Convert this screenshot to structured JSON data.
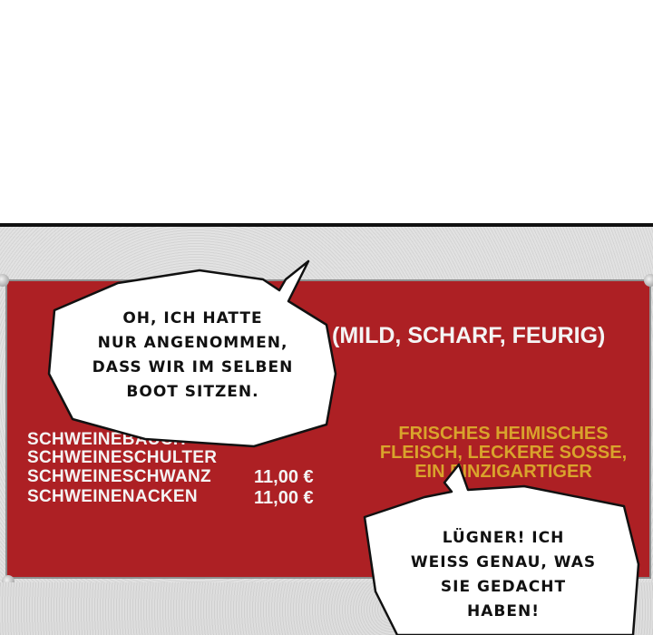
{
  "menu": {
    "items": [
      {
        "name": "SCHWEINEBAUCH",
        "price": ""
      },
      {
        "name": "SCHWEINESCHULTER",
        "price": ""
      },
      {
        "name": "SCHWEINESCHWANZ",
        "price": "11,00 €"
      },
      {
        "name": "SCHWEINENACKEN",
        "price": "11,00 €"
      }
    ],
    "sauces": "(MILD, SCHARF, FEURIG)",
    "promo": [
      "FRISCHES HEIMISCHES",
      "FLEISCH, LECKERE SOSSE,",
      "EIN EINZIGARTIGER"
    ],
    "colors": {
      "board": "#ad2024",
      "promo": "#d9a32c",
      "text": "#f4f4f4"
    }
  },
  "bubbles": {
    "first": [
      "OH, ICH HATTE",
      "NUR ANGENOMMEN,",
      "DASS WIR IM SELBEN",
      "BOOT SITZEN."
    ],
    "second": [
      "LÜGNER! ICH",
      "WEISS GENAU, WAS",
      "SIE GEDACHT",
      "HABEN!"
    ]
  }
}
